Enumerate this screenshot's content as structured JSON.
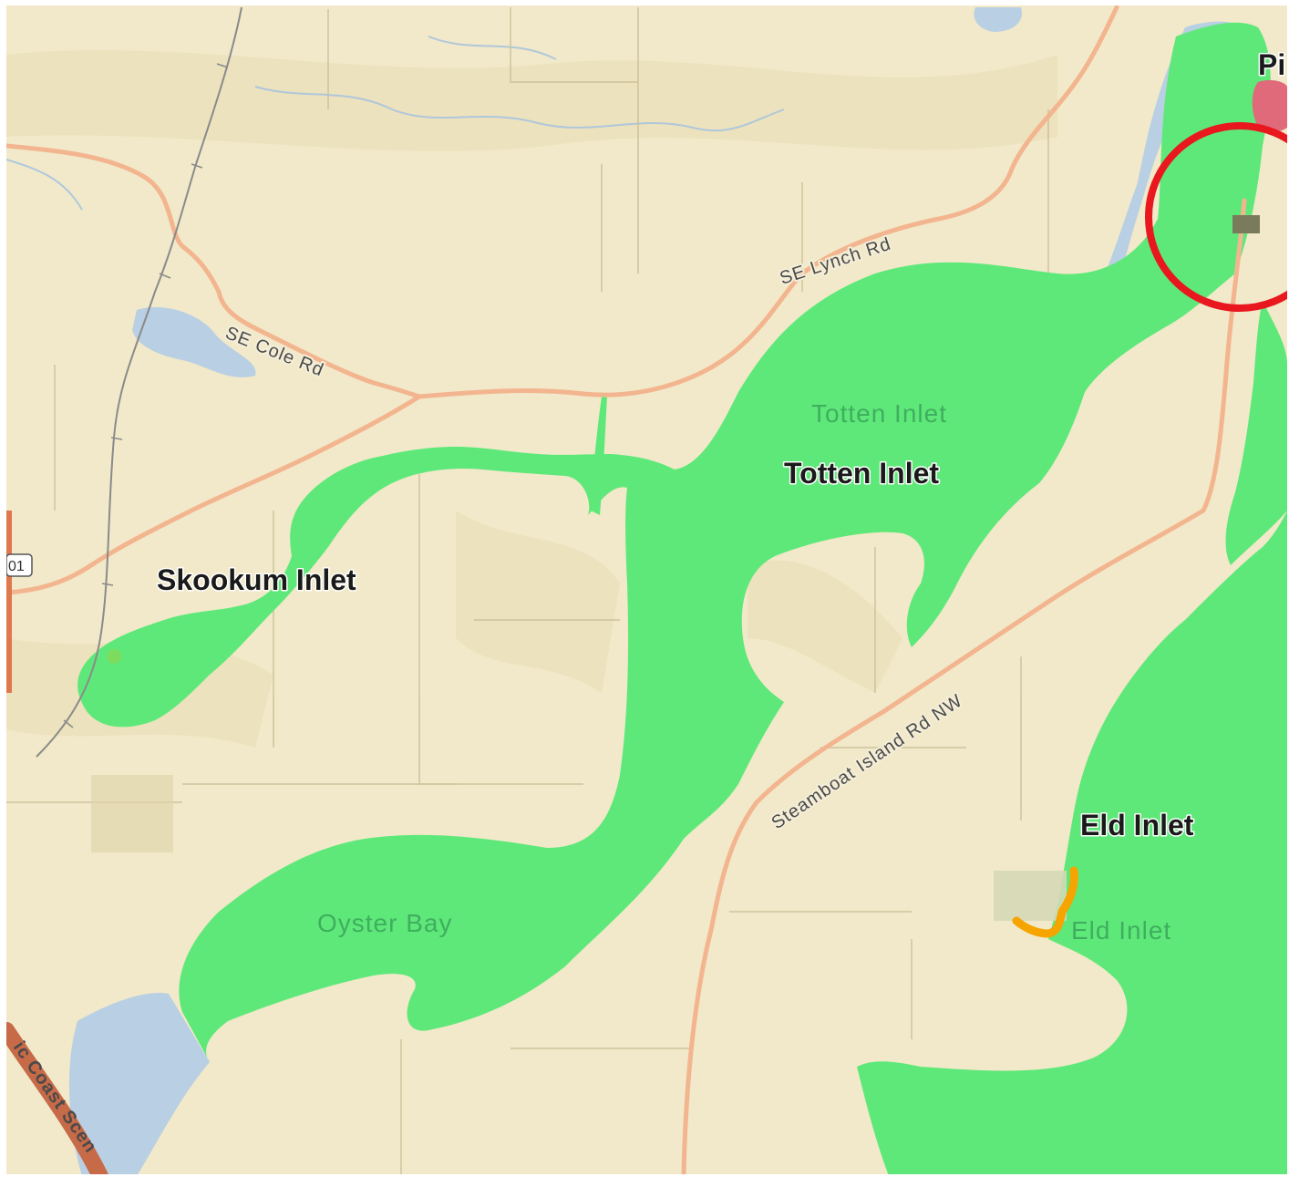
{
  "colors": {
    "land": "#f1e9c9",
    "land_shade": "#e9dfb8",
    "water_highlight": "#5fe87a",
    "water_lake": "#b9cfe3",
    "road_major": "#f3b58f",
    "urban": "#e06a7a",
    "marker_orange": "#f5a400",
    "circle_red": "#e8181e",
    "rail": "#8a8a8a",
    "contour": "#c7bb94"
  },
  "labels": {
    "skookum_inlet": "Skookum Inlet",
    "totten_inlet_bold": "Totten Inlet",
    "totten_inlet_water": "Totten Inlet",
    "eld_inlet_bold": "Eld Inlet",
    "eld_inlet_water": "Eld  Inlet",
    "oyster_bay": "Oyster Bay",
    "place_top_right": "Pi"
  },
  "roads": {
    "se_lynch_rd": "SE Lynch Rd",
    "se_cole_rd": "SE Cole Rd",
    "steamboat_island_rd": "Steamboat Island Rd NW",
    "coast_scenic": "ic Coast Scen",
    "route_shield": "01"
  },
  "highlight": {
    "shape": "circle",
    "color": "red"
  }
}
